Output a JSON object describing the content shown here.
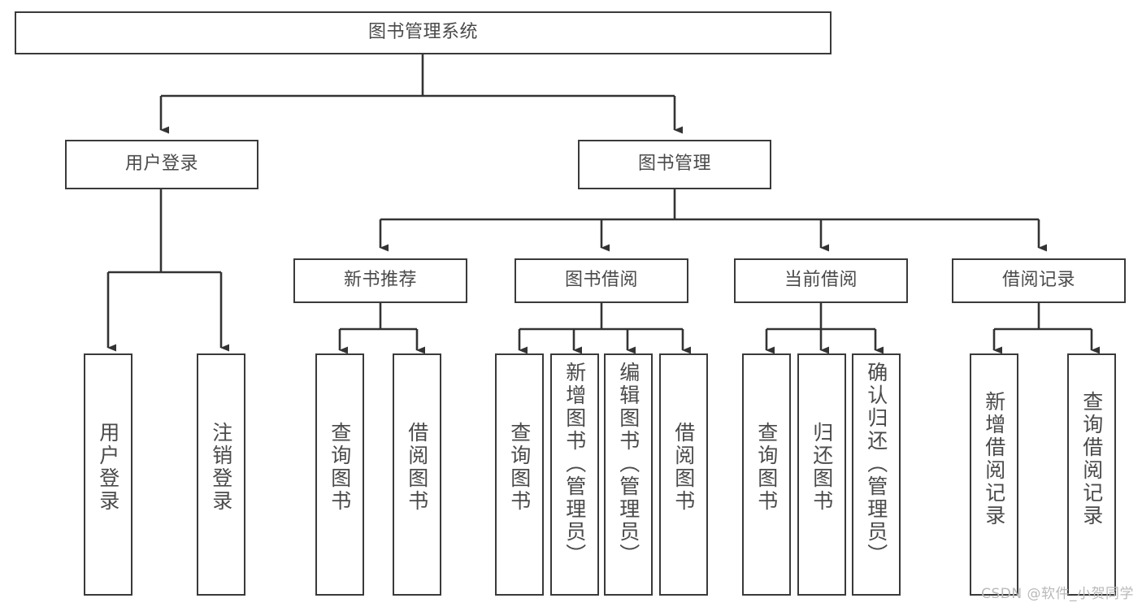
{
  "diagram": {
    "type": "tree",
    "title": "图书管理系统",
    "orientation": "top-down",
    "colors": {
      "box_border": "#3a3a3a",
      "box_fill": "#ffffff",
      "text": "#4a4a4a",
      "edge": "#333333",
      "watermark": "#b9b9b9",
      "background": "#ffffff"
    },
    "root": {
      "id": "root",
      "label": "图书管理系统",
      "text_direction": "horizontal"
    },
    "tier1": [
      {
        "id": "user-login",
        "label": "用户登录",
        "text_direction": "horizontal"
      },
      {
        "id": "book-management",
        "label": "图书管理",
        "text_direction": "horizontal"
      }
    ],
    "tier2": [
      {
        "id": "new-book-recommend",
        "label": "新书推荐",
        "parent": "book-management",
        "text_direction": "horizontal"
      },
      {
        "id": "book-borrow",
        "label": "图书借阅",
        "parent": "book-management",
        "text_direction": "horizontal"
      },
      {
        "id": "current-borrow",
        "label": "当前借阅",
        "parent": "book-management",
        "text_direction": "horizontal"
      },
      {
        "id": "borrow-record",
        "label": "借阅记录",
        "parent": "book-management",
        "text_direction": "horizontal"
      }
    ],
    "leaves": [
      {
        "id": "leaf-user-login",
        "label": "用户登录",
        "parent": "user-login",
        "text_direction": "vertical"
      },
      {
        "id": "leaf-logout-login",
        "label": "注销登录",
        "parent": "user-login",
        "text_direction": "vertical"
      },
      {
        "id": "leaf-query-book-rec",
        "label": "查询图书",
        "parent": "new-book-recommend",
        "text_direction": "vertical"
      },
      {
        "id": "leaf-borrow-book-rec",
        "label": "借阅图书",
        "parent": "new-book-recommend",
        "text_direction": "vertical"
      },
      {
        "id": "leaf-query-book-borrow",
        "label": "查询图书",
        "parent": "book-borrow",
        "text_direction": "vertical"
      },
      {
        "id": "leaf-add-book-admin",
        "label": "新增图书（管理员）",
        "parent": "book-borrow",
        "text_direction": "vertical"
      },
      {
        "id": "leaf-edit-book-admin",
        "label": "编辑图书（管理员）",
        "parent": "book-borrow",
        "text_direction": "vertical"
      },
      {
        "id": "leaf-borrow-book",
        "label": "借阅图书",
        "parent": "book-borrow",
        "text_direction": "vertical"
      },
      {
        "id": "leaf-query-book-cur",
        "label": "查询图书",
        "parent": "current-borrow",
        "text_direction": "vertical"
      },
      {
        "id": "leaf-return-book",
        "label": "归还图书",
        "parent": "current-borrow",
        "text_direction": "vertical"
      },
      {
        "id": "leaf-confirm-return-admin",
        "label": "确认归还（管理员）",
        "parent": "current-borrow",
        "text_direction": "vertical"
      },
      {
        "id": "leaf-add-borrow-record",
        "label": "新增借阅记录",
        "parent": "borrow-record",
        "text_direction": "vertical"
      },
      {
        "id": "leaf-query-borrow-record",
        "label": "查询借阅记录",
        "parent": "borrow-record",
        "text_direction": "vertical"
      }
    ]
  },
  "watermark": {
    "text": "CSDN @软件_小贺同学"
  }
}
